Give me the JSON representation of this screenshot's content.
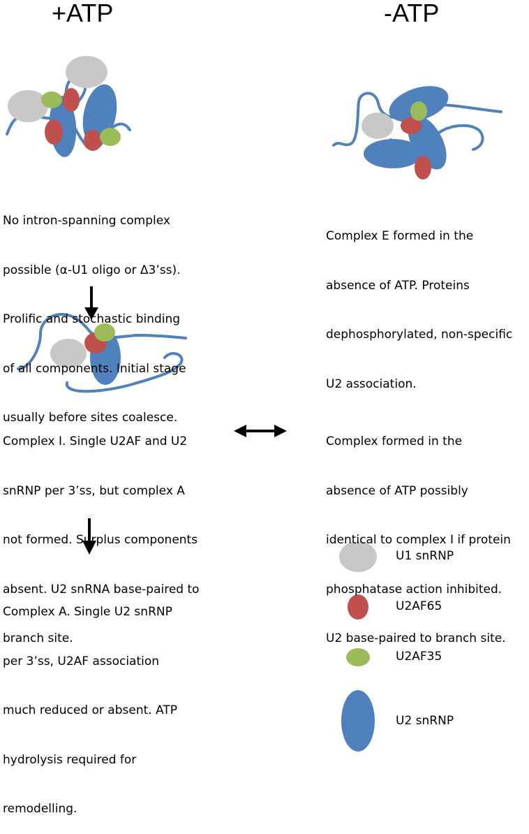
{
  "headings": {
    "plus_atp": "+ATP",
    "minus_atp": "-ATP"
  },
  "paragraphs": {
    "no_intron_spanning": [
      "No intron-spanning complex",
      "possible (α-U1 oligo or Δ3’ss).",
      "Prolific and stochastic binding",
      "of all components. Initial stage",
      "usually before sites coalesce."
    ],
    "complex_e": [
      "Complex E formed in the",
      "absence of ATP. Proteins",
      "dephosphorylated, non-specific",
      "U2 association."
    ],
    "complex_i": [
      "Complex I. Single U2AF and U2",
      "snRNP per 3’ss, but complex A",
      "not formed. Surplus components",
      "absent. U2 snRNA base-paired to",
      "branch site."
    ],
    "complex_no_atp": [
      "Complex formed in the",
      "absence of ATP possibly",
      "identical to complex I if protein",
      "phosphatase action inhibited.",
      "U2 base-paired to branch site."
    ],
    "complex_a": [
      "Complex A. Single U2 snRNP",
      "per 3’ss, U2AF association",
      "much reduced or absent. ATP",
      "hydrolysis required for",
      "remodelling."
    ]
  },
  "legend": [
    {
      "label": "U1 snRNP",
      "color": "#c8c8c8"
    },
    {
      "label": "U2AF65",
      "color": "#c0504d"
    },
    {
      "label": "U2AF35",
      "color": "#9bbb59"
    },
    {
      "label": "U2 snRNP",
      "color": "#4f81bd"
    }
  ],
  "colors": {
    "rna": "#4f81bd",
    "u1": "#c8c8c8",
    "u2af65": "#c0504d",
    "u2af35": "#9bbb59",
    "u2": "#4f81bd",
    "arrow": "#000000"
  }
}
